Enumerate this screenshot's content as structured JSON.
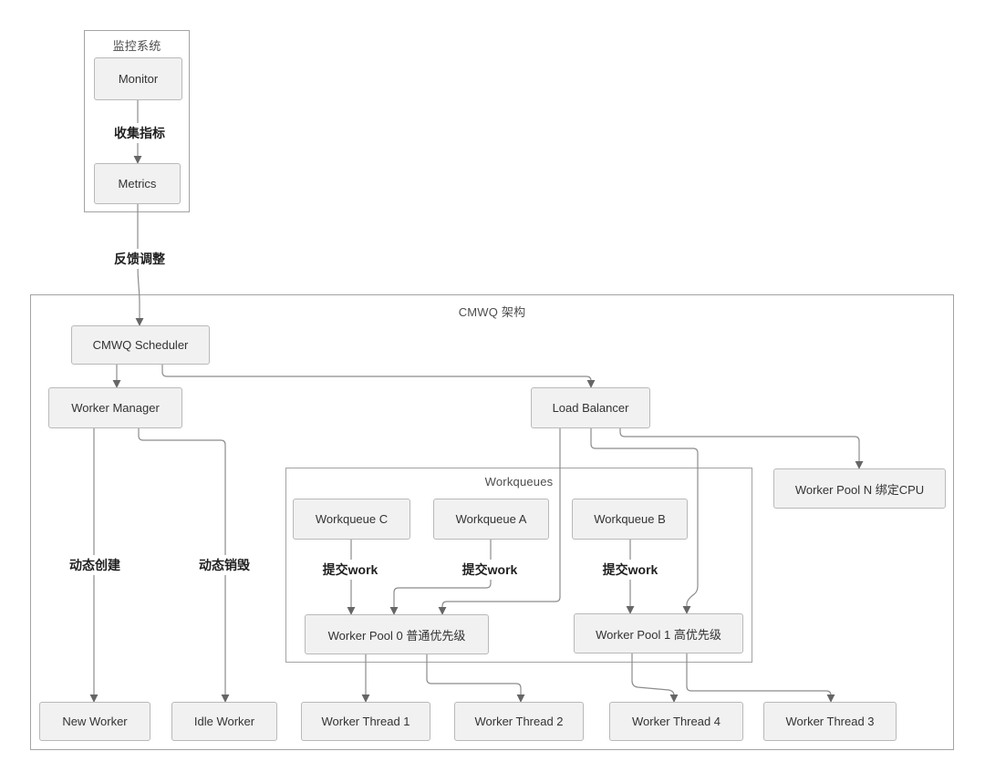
{
  "diagram": {
    "containers": {
      "monitor_system": {
        "title": "监控系统"
      },
      "cmwq": {
        "title": "CMWQ 架构"
      },
      "workqueues": {
        "title": "Workqueues"
      }
    },
    "nodes": {
      "monitor": "Monitor",
      "metrics": "Metrics",
      "cmwq_scheduler": "CMWQ Scheduler",
      "worker_manager": "Worker Manager",
      "load_balancer": "Load Balancer",
      "worker_pool_n": "Worker Pool N 绑定CPU",
      "workqueue_c": "Workqueue C",
      "workqueue_a": "Workqueue A",
      "workqueue_b": "Workqueue B",
      "worker_pool_0": "Worker Pool 0 普通优先级",
      "worker_pool_1": "Worker Pool 1 高优先级",
      "new_worker": "New Worker",
      "idle_worker": "Idle Worker",
      "worker_thread_1": "Worker Thread 1",
      "worker_thread_2": "Worker Thread 2",
      "worker_thread_4": "Worker Thread 4",
      "worker_thread_3": "Worker Thread 3"
    },
    "edge_labels": {
      "collect_metrics": "收集指标",
      "feedback_adjust": "反馈调整",
      "dynamic_create": "动态创建",
      "dynamic_destroy": "动态销毁",
      "submit_work_c": "提交work",
      "submit_work_a": "提交work",
      "submit_work_b": "提交work"
    },
    "edges": [
      {
        "from": "Monitor",
        "to": "Metrics",
        "label": "收集指标"
      },
      {
        "from": "Metrics",
        "to": "CMWQ Scheduler",
        "label": "反馈调整"
      },
      {
        "from": "CMWQ Scheduler",
        "to": "Worker Manager",
        "label": ""
      },
      {
        "from": "CMWQ Scheduler",
        "to": "Load Balancer",
        "label": ""
      },
      {
        "from": "Worker Manager",
        "to": "New Worker",
        "label": "动态创建"
      },
      {
        "from": "Worker Manager",
        "to": "Idle Worker",
        "label": "动态销毁"
      },
      {
        "from": "Load Balancer",
        "to": "Worker Pool 0 普通优先级",
        "label": ""
      },
      {
        "from": "Load Balancer",
        "to": "Worker Pool 1 高优先级",
        "label": ""
      },
      {
        "from": "Load Balancer",
        "to": "Worker Pool N 绑定CPU",
        "label": ""
      },
      {
        "from": "Workqueue C",
        "to": "Worker Pool 0 普通优先级",
        "label": "提交work"
      },
      {
        "from": "Workqueue A",
        "to": "Worker Pool 0 普通优先级",
        "label": "提交work"
      },
      {
        "from": "Workqueue B",
        "to": "Worker Pool 1 高优先级",
        "label": "提交work"
      },
      {
        "from": "Worker Pool 0 普通优先级",
        "to": "Worker Thread 1",
        "label": ""
      },
      {
        "from": "Worker Pool 0 普通优先级",
        "to": "Worker Thread 2",
        "label": ""
      },
      {
        "from": "Worker Pool 1 高优先级",
        "to": "Worker Thread 4",
        "label": ""
      },
      {
        "from": "Worker Pool 1 高优先级",
        "to": "Worker Thread 3",
        "label": ""
      }
    ],
    "colors": {
      "node_fill": "#f1f1f1",
      "node_border": "#b9b9b9",
      "container_border": "#a3a3a3",
      "edge": "#8c8c8c",
      "text": "#333333"
    }
  }
}
